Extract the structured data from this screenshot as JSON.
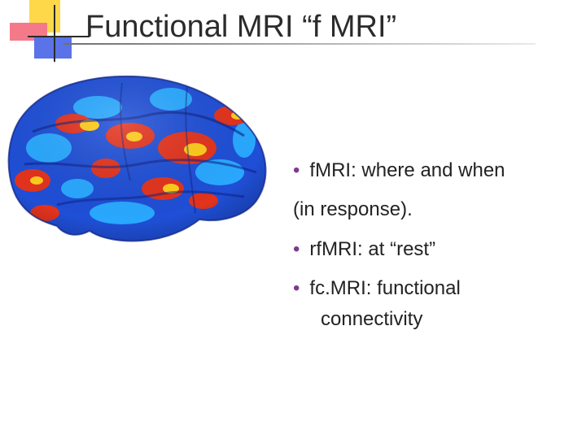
{
  "slide": {
    "title": "Functional MRI “f MRI”",
    "bullets": [
      {
        "marker": "•",
        "text": "fMRI: where  and when"
      },
      {
        "text": "(in response)."
      },
      {
        "marker": "•",
        "text": "rfMRI: at “rest”"
      },
      {
        "marker": "•",
        "text": "fc.MRI: functional",
        "continuation": "connectivity"
      }
    ]
  },
  "image": {
    "subject": "brain activation map on cortical surface",
    "colors": {
      "base": "#1f4fd6",
      "cool": "#29a8ff",
      "warm": "#e2331d",
      "hot": "#ffcc1a"
    }
  },
  "accent": {
    "title_rule": "#6f6f6f",
    "bullet": "#7b3b91"
  }
}
